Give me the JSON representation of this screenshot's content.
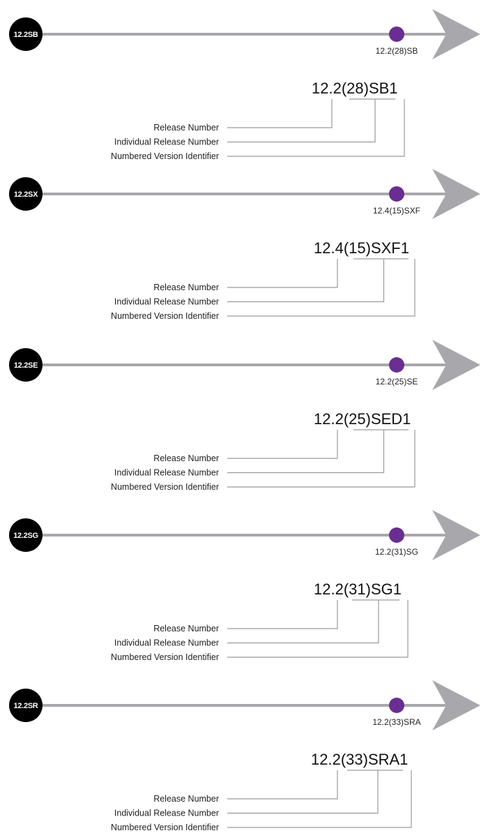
{
  "colors": {
    "train_circle": "#000000",
    "timeline": "#a8a8ac",
    "marker": "#6a2d91",
    "bracket": "#9a9a9a",
    "text": "#222222"
  },
  "legend_labels": {
    "release": "Release Number",
    "individual": "Individual Release Number",
    "identifier": "Numbered Version Identifier"
  },
  "trains": [
    {
      "train": "12.2SB",
      "marker": "12.2(28)SB",
      "version": "12.2(28)SB1"
    },
    {
      "train": "12.2SX",
      "marker": "12.4(15)SXF",
      "version": "12.4(15)SXF1"
    },
    {
      "train": "12.2SE",
      "marker": "12.2(25)SE",
      "version": "12.2(25)SED1"
    },
    {
      "train": "12.2SG",
      "marker": "12.2(31)SG",
      "version": "12.2(31)SG1"
    },
    {
      "train": "12.2SR",
      "marker": "12.2(33)SRA",
      "version": "12.2(33)SRA1"
    }
  ]
}
